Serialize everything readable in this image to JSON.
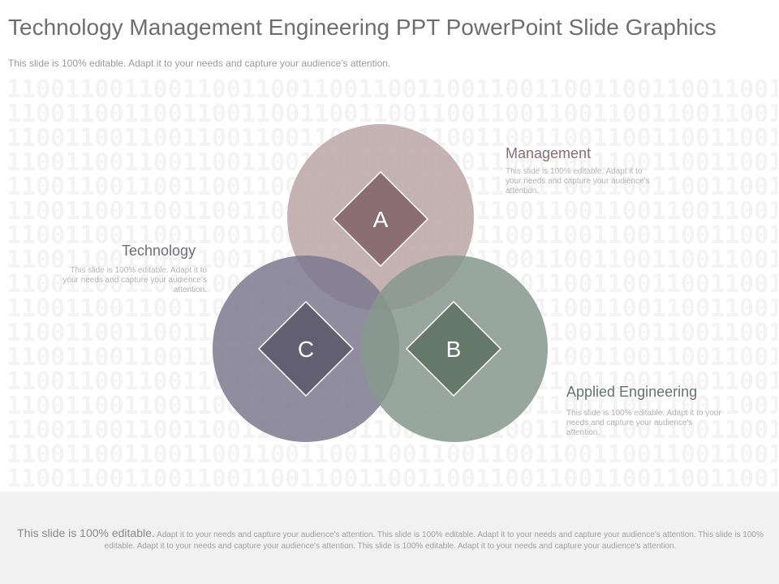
{
  "slide": {
    "title": "Technology Management Engineering PPT PowerPoint Slide Graphics",
    "subtitle": "This slide is 100% editable. Adapt it to your needs and capture your audience's attention."
  },
  "background": {
    "pattern_row": "110011001100110011001100110011001100110011001100110011"
  },
  "diagram": {
    "circles": [
      {
        "letter": "A",
        "color": "#bda9a8",
        "diamond_color": "#8a6e71"
      },
      {
        "letter": "B",
        "color": "#87998e",
        "diamond_color": "#657869"
      },
      {
        "letter": "C",
        "color": "#7d7a8e",
        "diamond_color": "#625f70"
      }
    ]
  },
  "labels": {
    "management": {
      "title": "Management",
      "body": "This slide is 100% editable. Adapt it to your needs and capture your audience's attention.",
      "color": "#8a6e71"
    },
    "technology": {
      "title": "Technology",
      "body": "This slide is 100% editable. Adapt it to your needs and capture your audience's attention.",
      "color": "#6e6c7a"
    },
    "applied_engineering": {
      "title": "Applied  Engineering",
      "body": "This slide is 100% editable. Adapt it to your needs and capture your audience's attention.",
      "color": "#62756a"
    }
  },
  "footer": {
    "lead": "This slide is 100% editable.",
    "text": " Adapt it to your needs and capture your audience's attention. This slide is 100% editable. Adapt it to your needs and capture your audience's attention. This slide is 100% editable. Adapt it to your needs and capture your audience's attention. This slide is 100% editable. Adapt it to your needs and capture your audience's attention."
  }
}
